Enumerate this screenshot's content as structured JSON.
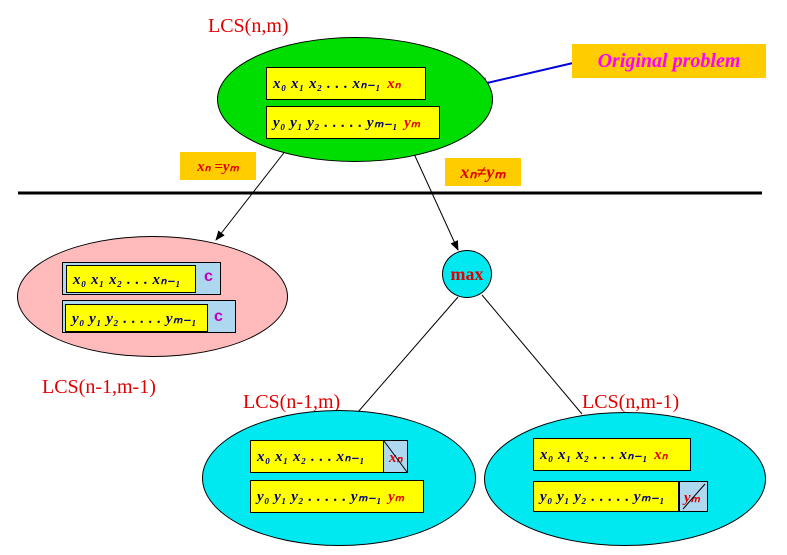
{
  "root": {
    "title": "LCS(n,m)",
    "x_seq": "x₀ x₁ x₂  . . .   xₙ₋₁",
    "x_last": "xₙ",
    "y_seq": "y₀ y₁ y₂  . . . . . yₘ₋₁",
    "y_last": "yₘ"
  },
  "callout": {
    "text": "Original problem"
  },
  "conditions": {
    "equal": "xₙ =yₘ",
    "not_equal": "xₙ≠yₘ"
  },
  "left_node": {
    "title": "LCS(n-1,m-1)",
    "x_seq": "x₀ x₁ x₂  . . .   xₙ₋₁",
    "y_seq": "y₀ y₁ y₂  . . . . . yₘ₋₁",
    "x_tail": "c",
    "y_tail": "c"
  },
  "max_node": {
    "label": "max"
  },
  "mid_node": {
    "title": "LCS(n-1,m)",
    "x_seq": "x₀ x₁ x₂  . . .   xₙ₋₁",
    "x_removed": "xₙ",
    "y_seq": "y₀ y₁ y₂  . . . . . yₘ₋₁",
    "y_last": "yₘ"
  },
  "right_node": {
    "title": "LCS(n,m-1)",
    "x_seq": "x₀ x₁ x₂  . . .   xₙ₋₁",
    "x_last": "xₙ",
    "y_seq": "y₀ y₁ y₂  . . . . . yₘ₋₁",
    "y_removed": "yₘ"
  },
  "colors": {
    "root_fill": "#00dd00",
    "left_fill": "#ffbbbb",
    "cyan_fill": "#00e8f0",
    "box_fill": "#ffff00",
    "label_fill": "#ffcc00",
    "seq_text": "#000080",
    "accent_red": "#e00000",
    "callout_text": "#ff00ff"
  }
}
